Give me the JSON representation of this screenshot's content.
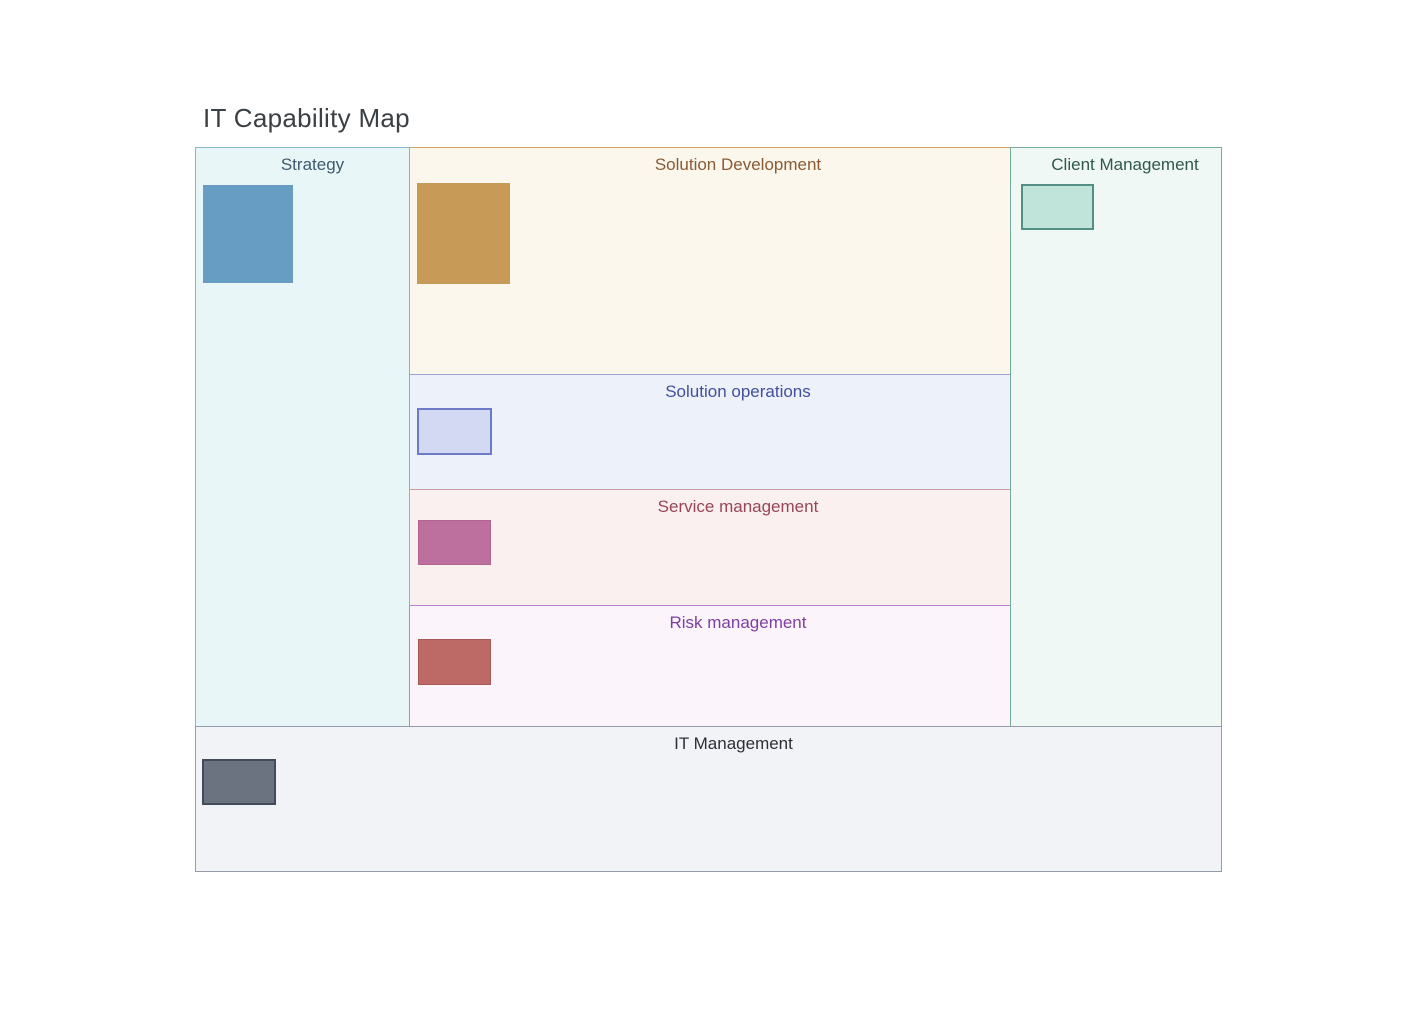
{
  "title": "IT Capability Map",
  "sections": {
    "strategy": {
      "label": "Strategy",
      "bg": "#e9f6f8",
      "border": "#85b8c9",
      "label_color": "#3d5a6d",
      "box": {
        "fill": "#689dc3",
        "border": "#689dc3"
      }
    },
    "solution_development": {
      "label": "Solution Development",
      "bg": "#fbf7ec",
      "border": "#c9a35f",
      "label_color": "#8a5a33",
      "box": {
        "fill": "#c89a57",
        "border": "#c89a57"
      }
    },
    "solution_operations": {
      "label": "Solution operations",
      "bg": "#edf1fa",
      "border": "#99a3ce",
      "label_color": "#41509e",
      "box": {
        "fill": "#d3d9f3",
        "border": "#6d7ac6"
      }
    },
    "service_management": {
      "label": "Service management",
      "bg": "#faf0ef",
      "border": "#c99ba4",
      "label_color": "#9a4556",
      "box": {
        "fill": "#bd6f9d",
        "border": "#b2648f"
      }
    },
    "risk_management": {
      "label": "Risk management",
      "bg": "#fbf4fb",
      "border": "#c07fd0",
      "label_color": "#7e3fa0",
      "box": {
        "fill": "#bd6a66",
        "border": "#a55a57"
      }
    },
    "client_management": {
      "label": "Client Management",
      "bg": "#f0f8f5",
      "border": "#76ab9d",
      "label_color": "#30584d",
      "box": {
        "fill": "#c0e4da",
        "border": "#548e84"
      }
    },
    "it_management": {
      "label": "IT Management",
      "bg": "#f1f3f7",
      "border": "#959dab",
      "label_color": "#2c3036",
      "box": {
        "fill": "#6c7380",
        "border": "#434b5a"
      }
    }
  }
}
